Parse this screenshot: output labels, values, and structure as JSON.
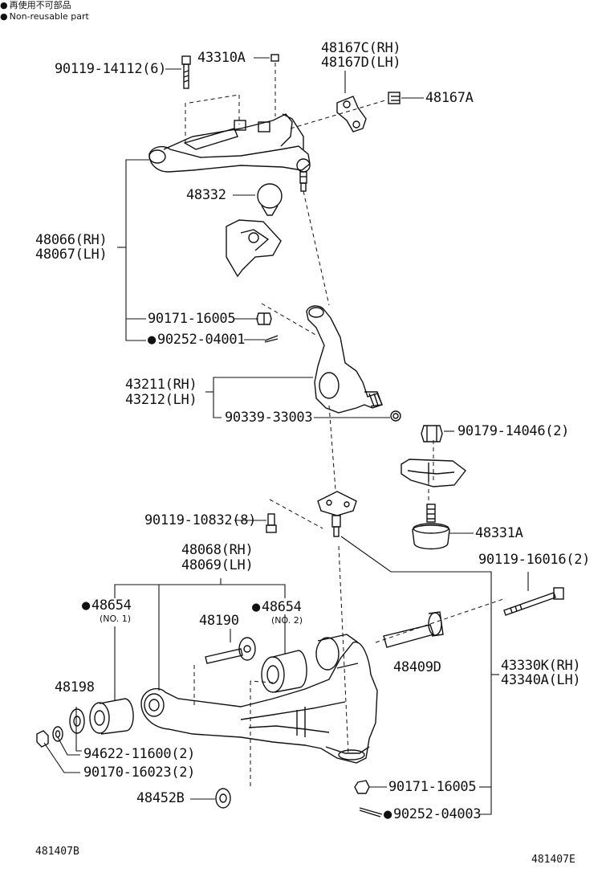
{
  "legend": {
    "line_ja": "再使用不可部品",
    "line_en": "Non-reusable part"
  },
  "diagram_codes": {
    "left": "481407B",
    "right": "481407E"
  },
  "parts": {
    "p90119_14112": "90119-14112(6)",
    "p43310A": "43310A",
    "p48167C": "48167C(RH)",
    "p48167D": "48167D(LH)",
    "p48167A": "48167A",
    "p48332": "48332",
    "p48066": "48066(RH)",
    "p48067": "48067(LH)",
    "p90171_16005_top": "90171-16005",
    "p90252_04001": "90252-04001",
    "p43211": "43211(RH)",
    "p43212": "43212(LH)",
    "p90339_33003": "90339-33003",
    "p90179_14046": "90179-14046(2)",
    "p90119_10832": "90119-10832(8)",
    "p48331A": "48331A",
    "p48068": "48068(RH)",
    "p48069": "48069(LH)",
    "p90119_16016": "90119-16016(2)",
    "p48654_no1": "48654",
    "no1": "(NO. 1)",
    "p48654_no2": "48654",
    "no2": "(NO. 2)",
    "p48190": "48190",
    "p48198": "48198",
    "p48409D": "48409D",
    "p43330K": "43330K(RH)",
    "p43340A": "43340A(LH)",
    "p94622_11600": "94622-11600(2)",
    "p90170_16023": "90170-16023(2)",
    "p48452B": "48452B",
    "p90171_16005_bot": "90171-16005",
    "p90252_04003": "90252-04003"
  }
}
